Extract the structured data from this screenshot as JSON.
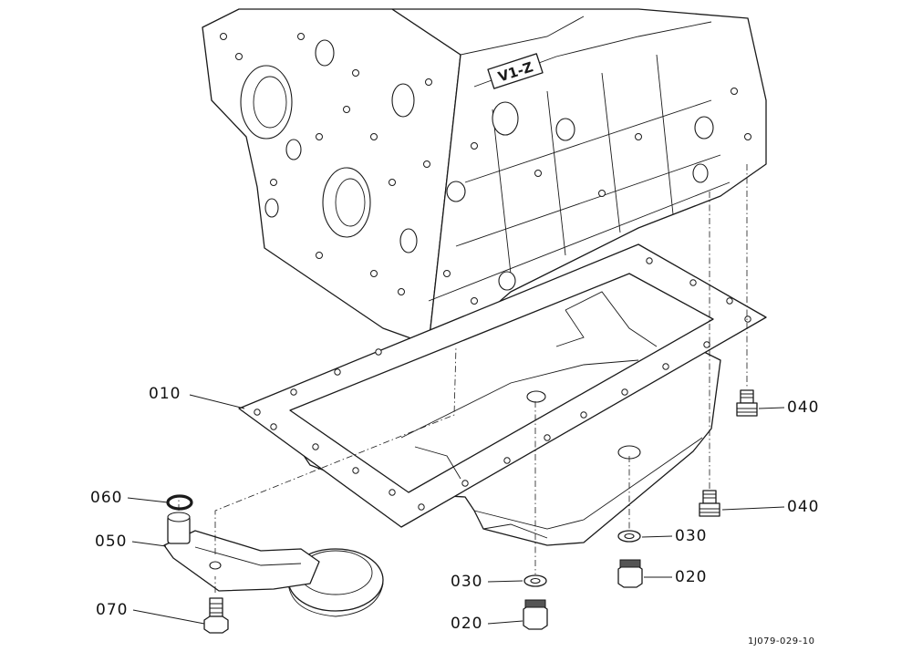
{
  "figure": {
    "id": "1J079-029-10",
    "block_marking": "V1-Z"
  },
  "parts": [
    {
      "key": "p010",
      "number": "010",
      "name": "oil-pan"
    },
    {
      "key": "p020a",
      "number": "020",
      "name": "drain-plug"
    },
    {
      "key": "p020b",
      "number": "020",
      "name": "drain-plug"
    },
    {
      "key": "p030a",
      "number": "030",
      "name": "gasket"
    },
    {
      "key": "p030b",
      "number": "030",
      "name": "gasket"
    },
    {
      "key": "p040a",
      "number": "040",
      "name": "stud-bolt"
    },
    {
      "key": "p040b",
      "number": "040",
      "name": "stud-bolt"
    },
    {
      "key": "p050",
      "number": "050",
      "name": "oil-strainer"
    },
    {
      "key": "p060",
      "number": "060",
      "name": "o-ring"
    },
    {
      "key": "p070",
      "number": "070",
      "name": "bolt"
    }
  ],
  "labels": {
    "p010": "010",
    "p020a": "020",
    "p020b": "020",
    "p030a": "030",
    "p030b": "030",
    "p040a": "040",
    "p040b": "040",
    "p050": "050",
    "p060": "060",
    "p070": "070"
  }
}
